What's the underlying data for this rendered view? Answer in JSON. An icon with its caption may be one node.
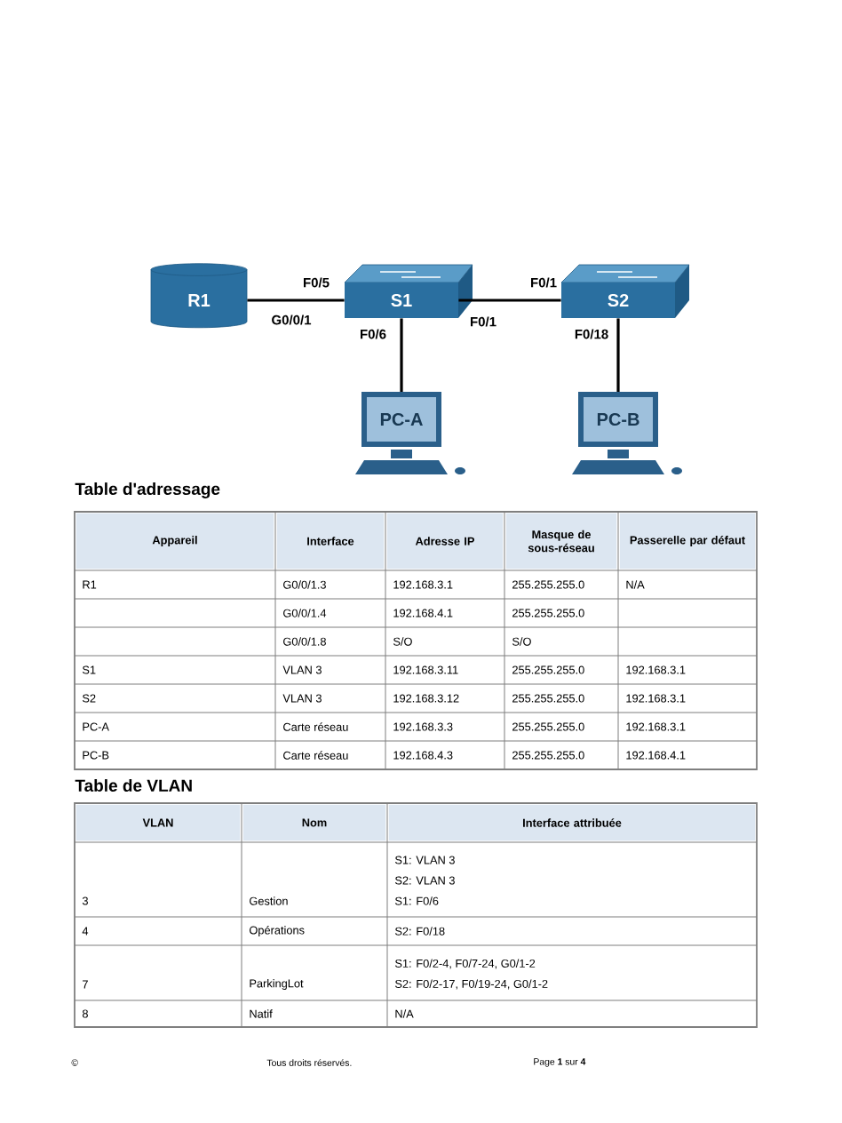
{
  "diagram": {
    "nodes": [
      {
        "text": [
          "R1"
        ]
      },
      {
        "text": [
          "S1"
        ]
      },
      {
        "text": [
          "S2"
        ]
      },
      {
        "text": [
          "PC-A"
        ]
      },
      {
        "text": [
          "PC-B"
        ]
      }
    ],
    "edges": [
      {
        "from": 0,
        "to": 1,
        "arrow": "none"
      },
      {
        "from": 1,
        "to": 2,
        "arrow": "none"
      },
      {
        "from": 1,
        "to": 3,
        "arrow": "none"
      },
      {
        "from": 2,
        "to": 4,
        "arrow": "none"
      }
    ],
    "labels": [
      "F0/5",
      "F0/1",
      "G0/0/1",
      "F0/1",
      "F0/6",
      "F0/18",
      "Table d'adressage",
      "Appareil",
      "Interface",
      "Adresse IP",
      "Masque de sous-réseau",
      "Passerelle par défaut",
      "R1",
      "G0/0/1.3",
      "192.168.3.1",
      "255.255.255.0",
      "N/A",
      "G0/0/1.4",
      "192.168.4.1",
      "255.255.255.0",
      "G0/0/1.8",
      "S/O",
      "S/O",
      "S1",
      "VLAN 3",
      "192.168.3.11",
      "255.255.255.0",
      "192.168.3.1",
      "S2",
      "VLAN 3",
      "192.168.3.12",
      "255.255.255.0",
      "192.168.3.1",
      "PC-A",
      "Carte réseau",
      "192.168.3.3",
      "255.255.255.0",
      "192.168.3.1",
      "PC-B",
      "Carte réseau",
      "192.168.4.3",
      "255.255.255.0",
      "192.168.4.1",
      "Table de VLAN",
      "VLAN",
      "Nom",
      "Interface attribuée",
      "3",
      "Gestion",
      "S1: VLAN 3",
      "S2: VLAN 3",
      "S1: F0/6",
      "4",
      "Opérations",
      "S2: F0/18",
      "7",
      "ParkingLot",
      "S1: F0/2-4, F0/7-24, G0/1-2",
      "S2: F0/2-17, F0/19-24, G0/1-2",
      "8",
      "Natif",
      "N/A",
      "©",
      "Tous droits réservés.",
      "Page **1** sur **4**"
    ]
  }
}
